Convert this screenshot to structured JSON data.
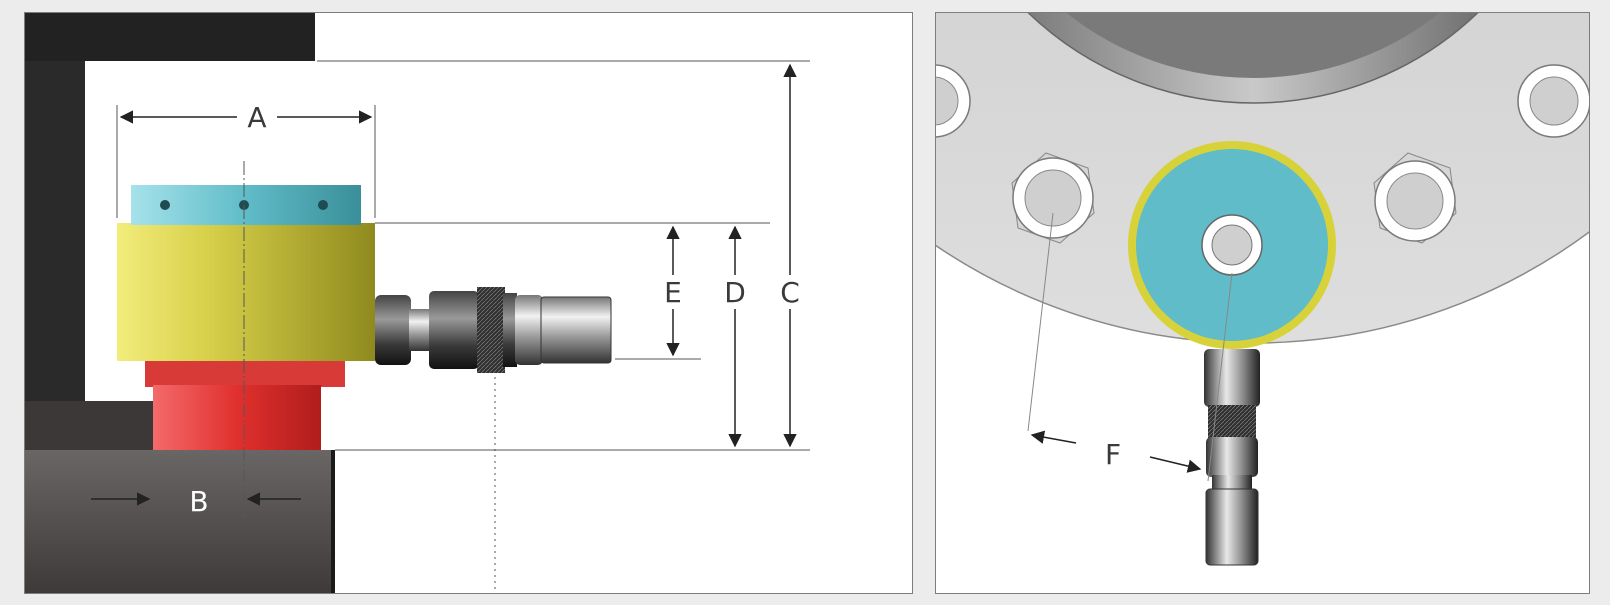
{
  "side_view": {
    "labels": {
      "a": "A",
      "b": "B",
      "c": "C",
      "d": "D",
      "e": "E"
    }
  },
  "top_view": {
    "labels": {
      "f": "F"
    }
  },
  "colors": {
    "nut_cap": "#5fbcc8",
    "cylinder_body": "#c4bc38",
    "socket": "#e0302e",
    "frame": "#222222",
    "flange": "#d2d2d2",
    "coupler": "#4a4a4a",
    "cap_ring": "#d8d23a"
  }
}
